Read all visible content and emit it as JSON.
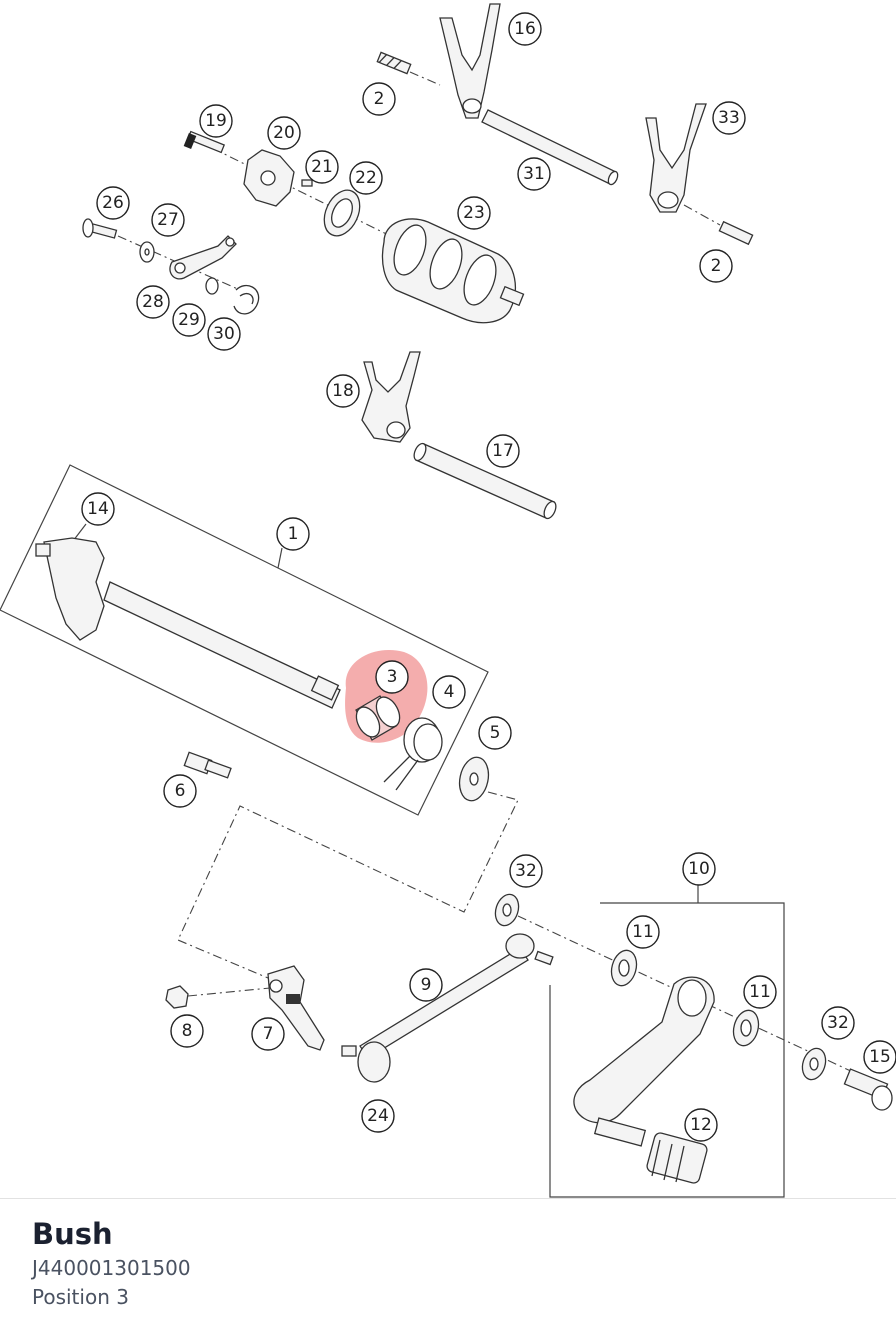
{
  "part": {
    "name": "Bush",
    "number": "J440001301500",
    "position": "Position 3"
  },
  "diagram": {
    "highlight_color": "#ef8a8a",
    "callouts": [
      "16",
      "2",
      "33",
      "31",
      "19",
      "20",
      "21",
      "22",
      "23",
      "26",
      "27",
      "28",
      "29",
      "30",
      "18",
      "17",
      "14",
      "1",
      "3",
      "4",
      "5",
      "6",
      "32",
      "10",
      "11",
      "9",
      "8",
      "7",
      "24",
      "12",
      "15"
    ]
  }
}
